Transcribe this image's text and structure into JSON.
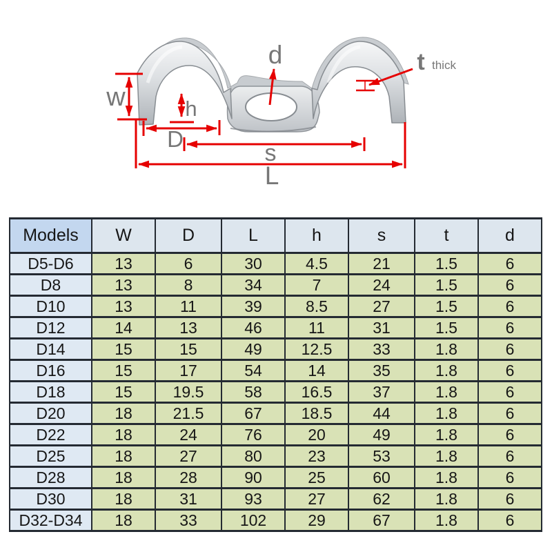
{
  "diagram": {
    "labels": {
      "w": "w",
      "h": "h",
      "D": "D",
      "s": "s",
      "L": "L",
      "d": "d",
      "t": "t",
      "thick": "thick"
    },
    "colors": {
      "dimension_line": "#e60000",
      "label_gray": "#777777",
      "metal_light": "#f3f4f6",
      "metal_dark": "#aeb3b8"
    }
  },
  "table": {
    "headers": [
      "Models",
      "W",
      "D",
      "L",
      "h",
      "s",
      "t",
      "d"
    ],
    "rows": [
      {
        "model": "D5-D6",
        "values": [
          "13",
          "6",
          "30",
          "4.5",
          "21",
          "1.5",
          "6"
        ]
      },
      {
        "model": "D8",
        "values": [
          "13",
          "8",
          "34",
          "7",
          "24",
          "1.5",
          "6"
        ]
      },
      {
        "model": "D10",
        "values": [
          "13",
          "11",
          "39",
          "8.5",
          "27",
          "1.5",
          "6"
        ]
      },
      {
        "model": "D12",
        "values": [
          "14",
          "13",
          "46",
          "11",
          "31",
          "1.5",
          "6"
        ]
      },
      {
        "model": "D14",
        "values": [
          "15",
          "15",
          "49",
          "12.5",
          "33",
          "1.8",
          "6"
        ]
      },
      {
        "model": "D16",
        "values": [
          "15",
          "17",
          "54",
          "14",
          "35",
          "1.8",
          "6"
        ]
      },
      {
        "model": "D18",
        "values": [
          "15",
          "19.5",
          "58",
          "16.5",
          "37",
          "1.8",
          "6"
        ]
      },
      {
        "model": "D20",
        "values": [
          "18",
          "21.5",
          "67",
          "18.5",
          "44",
          "1.8",
          "6"
        ]
      },
      {
        "model": "D22",
        "values": [
          "18",
          "24",
          "76",
          "20",
          "49",
          "1.8",
          "6"
        ]
      },
      {
        "model": "D25",
        "values": [
          "18",
          "27",
          "80",
          "23",
          "53",
          "1.8",
          "6"
        ]
      },
      {
        "model": "D28",
        "values": [
          "18",
          "28",
          "90",
          "25",
          "60",
          "1.8",
          "6"
        ]
      },
      {
        "model": "D30",
        "values": [
          "18",
          "31",
          "93",
          "27",
          "62",
          "1.8",
          "6"
        ]
      },
      {
        "model": "D32-D34",
        "values": [
          "18",
          "33",
          "102",
          "29",
          "67",
          "1.8",
          "6"
        ]
      }
    ],
    "colors": {
      "header_models_bg": "#c3d7ef",
      "header_bg": "#dde6ee",
      "model_col_bg": "#dfe9f3",
      "value_cell_bg": "#d9e2b6",
      "border": "#242a32"
    }
  }
}
